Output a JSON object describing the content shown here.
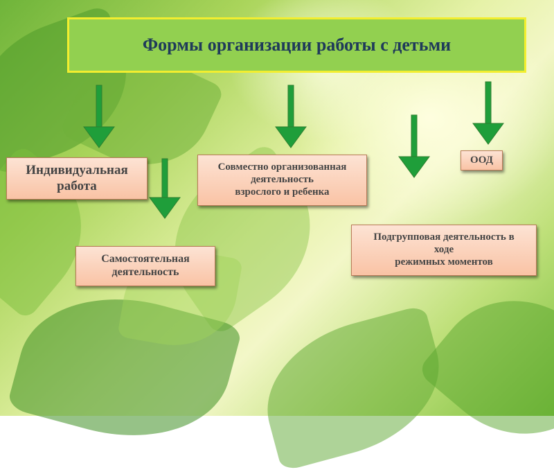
{
  "diagram": {
    "title": "Формы организации работы с детьми",
    "nodes": [
      {
        "id": "individual",
        "label": "Индивидуальная\nработа"
      },
      {
        "id": "joint",
        "label": "Совместно организованная\nдеятельность\nвзрослого и ребенка"
      },
      {
        "id": "ood",
        "label": "ООД"
      },
      {
        "id": "subgroup",
        "label": "Подгрупповая деятельность в\nходе\nрежимных моментов"
      },
      {
        "id": "independent",
        "label": "Самостоятельная\nдеятельность"
      }
    ],
    "edges": [
      {
        "from": "title",
        "to": "individual"
      },
      {
        "from": "title",
        "to": "joint"
      },
      {
        "from": "title",
        "to": "ood"
      },
      {
        "from": "title",
        "to": "subgroup"
      },
      {
        "from": "title",
        "to": "independent"
      }
    ]
  },
  "colors": {
    "title_fill": "#92d050",
    "title_border": "#f2ee2f",
    "title_text": "#1f3a5a",
    "box_fill": "#fbd0b8",
    "box_text": "#444444",
    "arrow": "#1f9e3a"
  }
}
